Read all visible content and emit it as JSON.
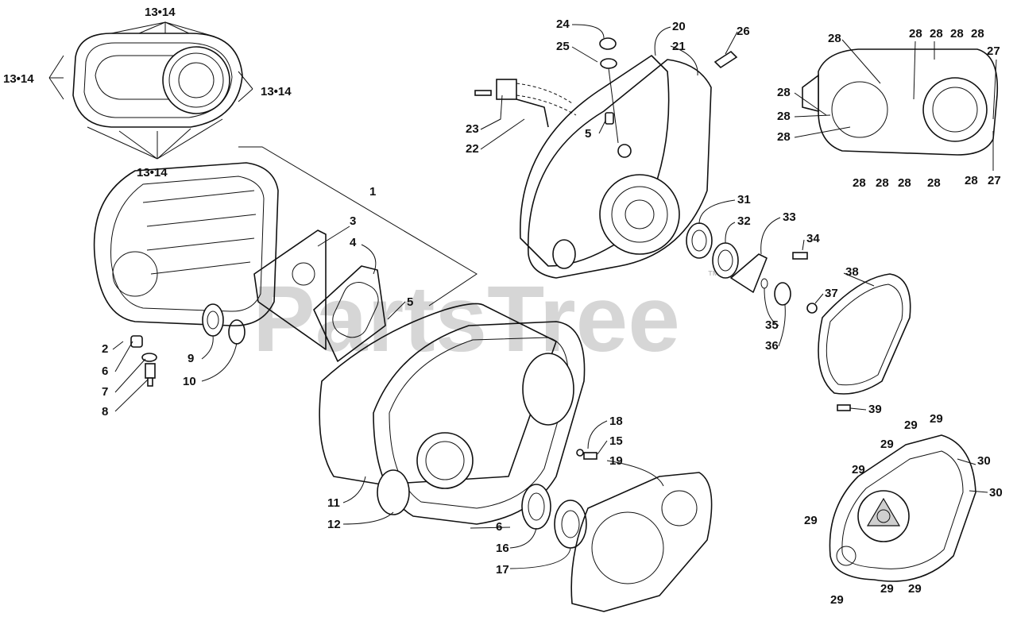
{
  "watermark": {
    "text": "PartsTree",
    "trademark": "™"
  },
  "callouts": {
    "c1": "1",
    "c2": "2",
    "c3": "3",
    "c4": "4",
    "c5a": "5",
    "c5b": "5",
    "c6a": "6",
    "c6b": "6",
    "c7": "7",
    "c8": "8",
    "c9": "9",
    "c10": "10",
    "c11": "11",
    "c12": "12",
    "c13_14a": "13•14",
    "c13_14b": "13•14",
    "c13_14c": "13•14",
    "c13_14d": "13•14",
    "c15": "15",
    "c16": "16",
    "c17": "17",
    "c18": "18",
    "c19": "19",
    "c20": "20",
    "c21": "21",
    "c22": "22",
    "c23": "23",
    "c24": "24",
    "c25": "25",
    "c26": "26",
    "c27a": "27",
    "c27b": "27",
    "c28a": "28",
    "c28b": "28",
    "c28c": "28",
    "c28d": "28",
    "c28e": "28",
    "c28f": "28",
    "c28g": "28",
    "c28h": "28",
    "c28i": "28",
    "c28j": "28",
    "c28k": "28",
    "c28l": "28",
    "c28m": "28",
    "c29a": "29",
    "c29b": "29",
    "c29c": "29",
    "c29d": "29",
    "c29e": "29",
    "c29f": "29",
    "c29g": "29",
    "c29h": "29",
    "c30a": "30",
    "c30b": "30",
    "c31": "31",
    "c32": "32",
    "c33": "33",
    "c34": "34",
    "c35": "35",
    "c36": "36",
    "c37": "37",
    "c38": "38",
    "c39": "39"
  }
}
